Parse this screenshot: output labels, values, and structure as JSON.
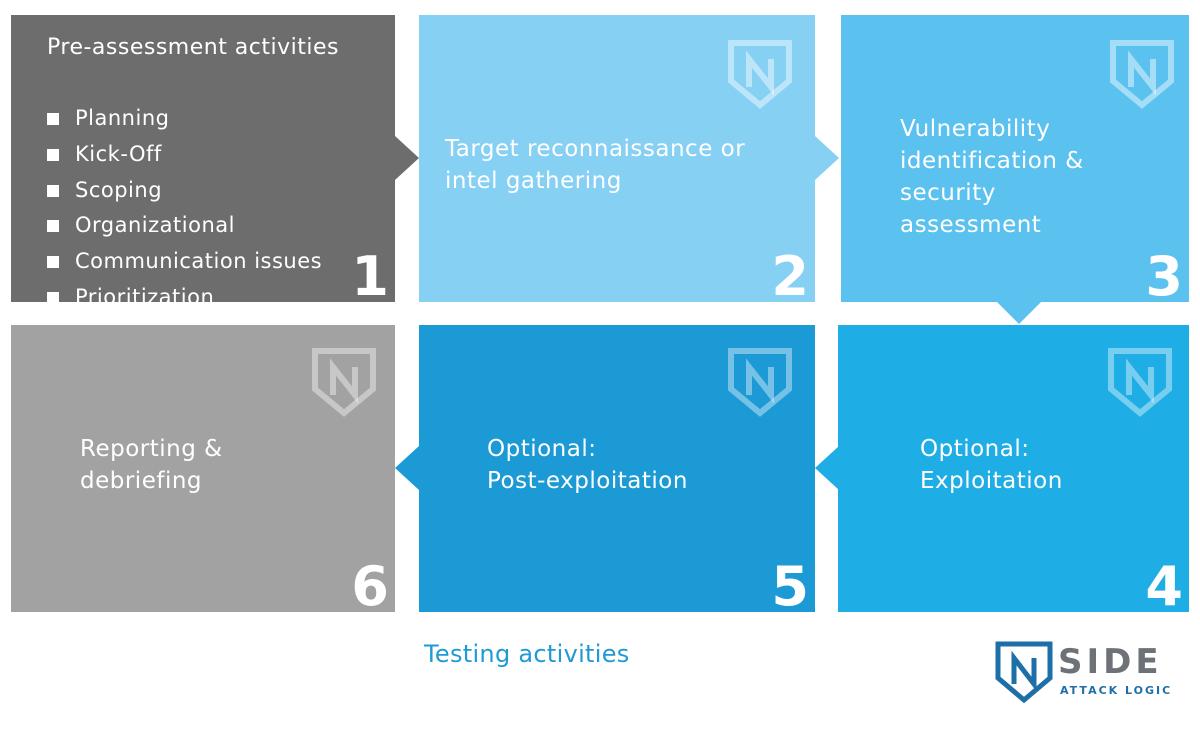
{
  "steps": [
    {
      "number": "1",
      "title": "Pre-assessment activities",
      "items": [
        "Planning",
        "Kick-Off",
        "Scoping",
        "Organizational",
        "Communication issues",
        "Prioritization"
      ],
      "color": "#6d6d6d"
    },
    {
      "number": "2",
      "lines": [
        "Target reconnaissance or",
        "intel gathering"
      ],
      "color": "#86d0f4"
    },
    {
      "number": "3",
      "lines": [
        "Vulnerability",
        "identification &",
        "security",
        "assessment"
      ],
      "color": "#5bc1ef"
    },
    {
      "number": "4",
      "lines": [
        "Optional:",
        "Exploitation"
      ],
      "color": "#1fade5"
    },
    {
      "number": "5",
      "lines": [
        "Optional:",
        "Post-exploitation"
      ],
      "color": "#1b9ad6"
    },
    {
      "number": "6",
      "lines": [
        "Reporting &",
        "debriefing"
      ],
      "color": "#a2a2a2"
    }
  ],
  "caption": "Testing activities",
  "logo": {
    "icon": "nside-shield-logo",
    "wordmark": "SIDE",
    "tagline": "ATTACK LOGIC",
    "color": "#1e6fa8",
    "text_color": "#6d7278"
  },
  "watermark_icon": "nside-shield-icon"
}
